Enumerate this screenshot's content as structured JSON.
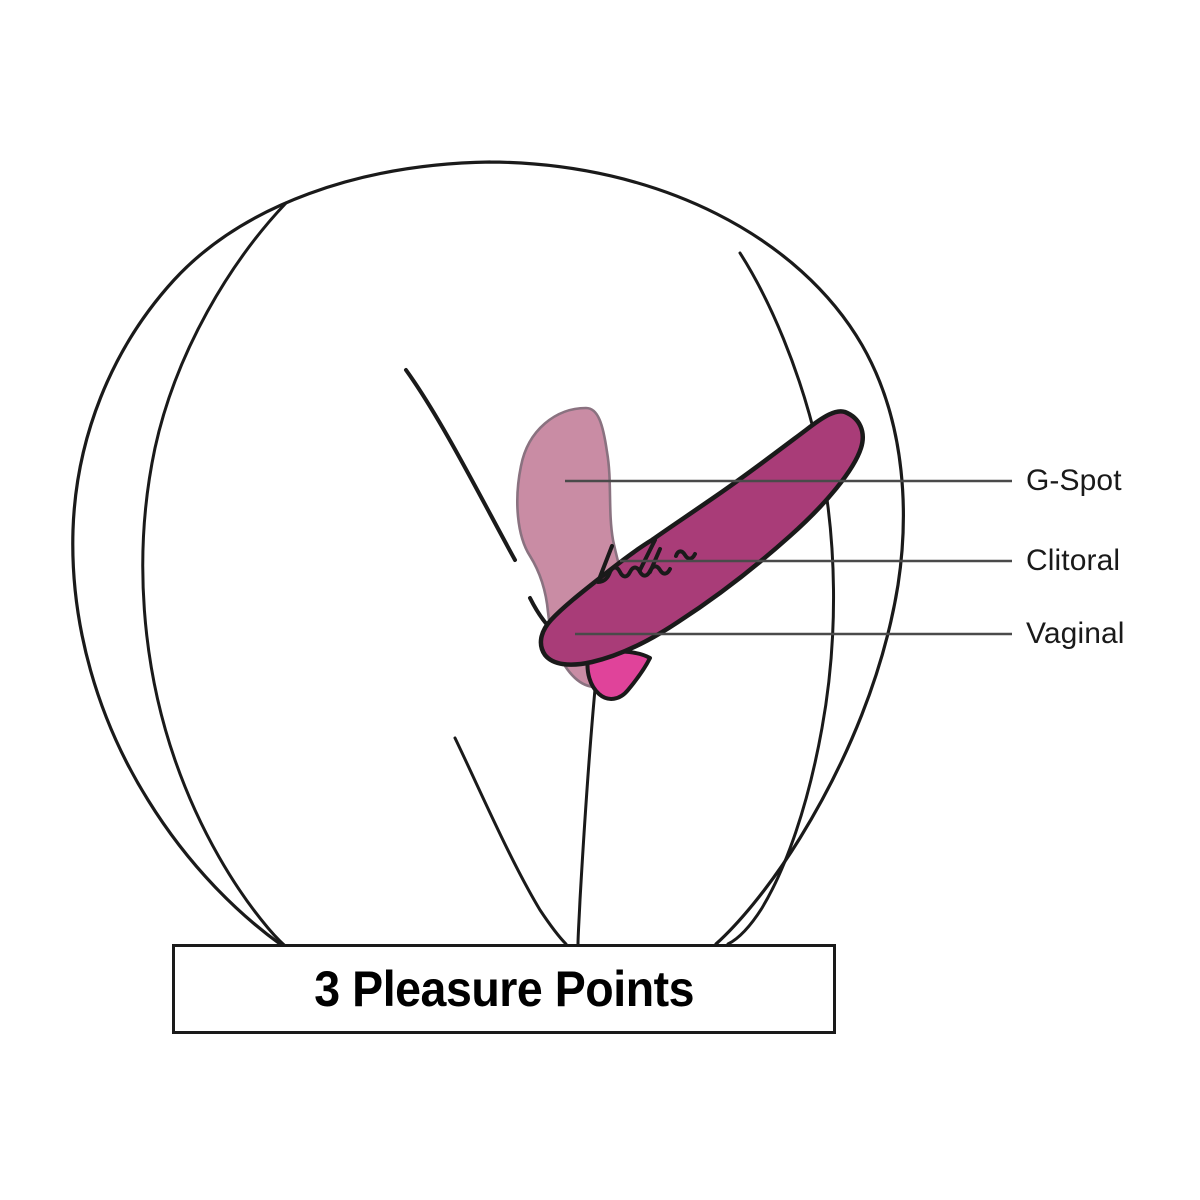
{
  "diagram": {
    "type": "anatomical-product-illustration",
    "title": "3 Pleasure Points",
    "background_color": "#ffffff",
    "outline_color": "#1a1a1a",
    "leader_line_color": "#4a4a4a",
    "callouts": [
      {
        "id": "gspot",
        "label": "G-Spot",
        "leader_start": [
          565,
          481
        ],
        "leader_end": [
          1012,
          481
        ],
        "target_part": "light-pink-internal-arm"
      },
      {
        "id": "clitoral",
        "label": "Clitoral",
        "leader_start": [
          620,
          561
        ],
        "leader_end": [
          1012,
          561
        ],
        "target_part": "ridged-clitoral-stimulator"
      },
      {
        "id": "vaginal",
        "label": "Vaginal",
        "leader_start": [
          575,
          634
        ],
        "leader_end": [
          1012,
          634
        ],
        "target_part": "dark-magenta-shaft"
      }
    ],
    "colors": {
      "light_pink": "#c98ca4",
      "light_pink_stroke": "#8a7280",
      "dark_magenta": "#a93c78",
      "bright_pink": "#e0439a",
      "body_line": "#1a1a1a",
      "title_border": "#1a1a1a",
      "title_text": "#000000"
    },
    "parts": [
      {
        "name": "body-hip-outline",
        "description": "large ellipse representing hips viewed in profile"
      },
      {
        "name": "inner-hip-contour",
        "description": "inner parallel curve of the buttock"
      },
      {
        "name": "abdomen-curve",
        "description": "short diagonal line for lower abdomen"
      },
      {
        "name": "thigh-line-left",
        "description": "left thigh contour descending to the title box"
      },
      {
        "name": "thigh-line-right",
        "description": "right thigh contour descending to the title box"
      },
      {
        "name": "labia-curve",
        "description": "short curve at the vulva"
      },
      {
        "name": "gspot-arm",
        "description": "light pink internal lobe with narrow neck"
      },
      {
        "name": "main-shaft",
        "description": "dark magenta curved shaft rising to upper right"
      },
      {
        "name": "clitoral-ridge",
        "description": "scalloped ridge detail along the shaft's upper edge"
      },
      {
        "name": "base-tab",
        "description": "bright pink wedge at the underside base"
      }
    ]
  },
  "title_box": {
    "text": "3 Pleasure Points"
  }
}
